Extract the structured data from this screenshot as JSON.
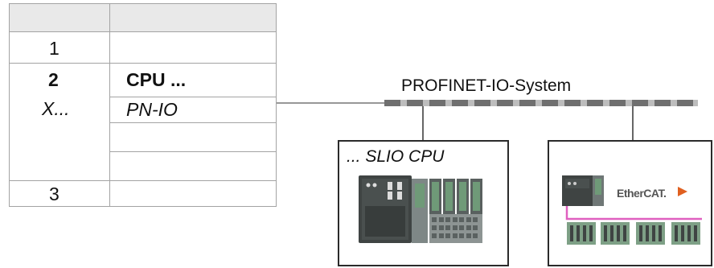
{
  "rack": {
    "slots": [
      {
        "slot": "",
        "module": ""
      },
      {
        "slot": "1",
        "module": ""
      },
      {
        "slot": "2",
        "slot_sub": "X...",
        "module": "CPU ...",
        "submodule": "PN-IO"
      },
      {
        "slot": "3",
        "module": ""
      }
    ]
  },
  "network": {
    "bus_label": "PROFINET-IO-System"
  },
  "devices": {
    "cpu": {
      "title": "... SLIO CPU"
    },
    "ethercat": {
      "logo_text": "EtherCAT."
    }
  },
  "colors": {
    "border": "#a3a3a3",
    "header_bg": "#e9e9e9",
    "bus_dash": "#6f6f6f",
    "ethercat_link": "#e060c0",
    "module_green": "#6f9a78",
    "module_dark": "#3f4443"
  }
}
